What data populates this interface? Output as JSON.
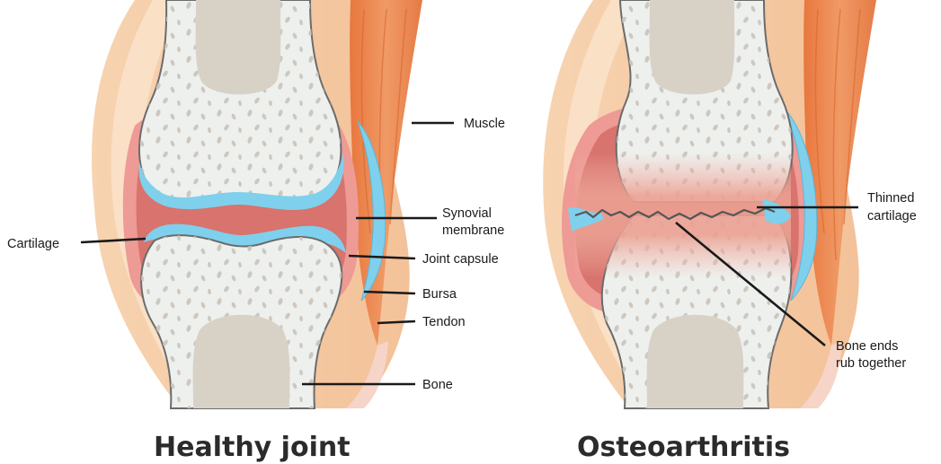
{
  "healthy": {
    "title": "Healthy joint",
    "labels": {
      "muscle": "Muscle",
      "synovial_1": "Synovial",
      "synovial_2": "membrane",
      "cartilage": "Cartilage",
      "joint_capsule": "Joint capsule",
      "bursa": "Bursa",
      "tendon": "Tendon",
      "bone": "Bone"
    }
  },
  "osteoarthritis": {
    "title": "Osteoarthritis",
    "labels": {
      "thinned_1": "Thinned",
      "thinned_2": "cartilage",
      "rub_1": "Bone ends",
      "rub_2": "rub together"
    }
  },
  "colors": {
    "skin": "#f5c9a1",
    "muscle": "#ea8a55",
    "capsule": "#e98a86",
    "synovial_fluid": "#d9736e",
    "cartilage": "#7fd0ec",
    "bone": "#eef0ee",
    "marrow": "#d8d2c6",
    "outline": "#6b6b6b"
  }
}
